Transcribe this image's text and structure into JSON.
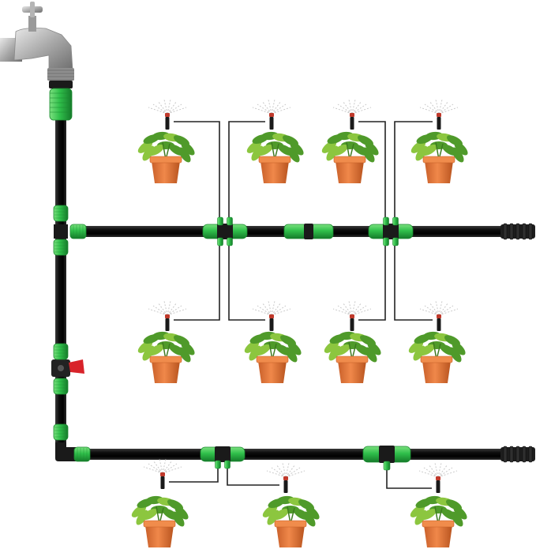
{
  "title": "",
  "colors": {
    "tube": "#111111",
    "tube_highlight": "#5a5a5a",
    "connector_green": "#2fbf4a",
    "connector_dark_green": "#1b8a30",
    "valve_red": "#d8232a",
    "pot": "#e07a3f",
    "pot_rim": "#f08c4c",
    "leaf": "#4f9a2a",
    "leaf_light": "#8cc63f",
    "faucet": "#b9b9b9",
    "spray": "#c8c8c8",
    "dripper_red": "#c0392b",
    "capillary": "#222222"
  },
  "components": {
    "faucet": "faucet-icon",
    "tap_adapter": "tap-adapter",
    "ball_valve": "valve-icon",
    "end_plug": "end-plug-icon",
    "dripper": "dripper-icon",
    "plant": "potted-plant-icon"
  },
  "layout_counts": {
    "upper_row_plants": 4,
    "middle_row_plants": 4,
    "bottom_row_plants": 3
  }
}
